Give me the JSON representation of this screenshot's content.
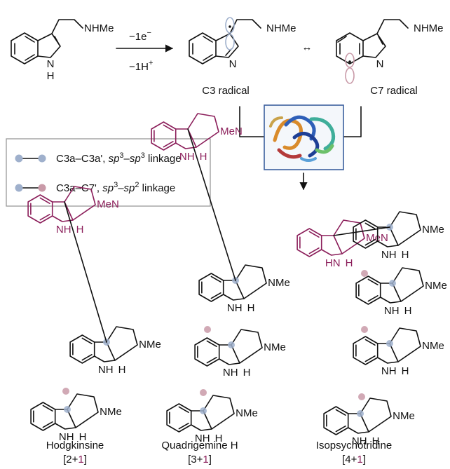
{
  "colors": {
    "bond": "#111111",
    "accent_magenta": "#8b1e5a",
    "dot_blue": "#9fb0cc",
    "dot_pink": "#c99aa8",
    "legend_border": "#999999",
    "enzyme_border": "#3b5f9e"
  },
  "reaction": {
    "start_substituent": "NHMe",
    "start_nh": "N",
    "start_h": "H",
    "arrow_top": "−1e",
    "arrow_top_sup": "−",
    "arrow_bottom": "−1H",
    "arrow_bottom_sup": "+",
    "c3_substituent": "NHMe",
    "c3_n": "N",
    "c7_substituent": "NHMe",
    "c7_n": "N",
    "resonance_symbol": "↔",
    "c3_caption": "C3 radical",
    "c7_caption": "C7 radical"
  },
  "legend": {
    "item1": {
      "pre": "C3a–C3a', ",
      "a": "sp",
      "a_sup": "3",
      "dash": "–",
      "b": "sp",
      "b_sup": "3",
      "post": " linkage"
    },
    "item2": {
      "pre": "C3a–C7', ",
      "a": "sp",
      "a_sup": "3",
      "dash": "–",
      "b": "sp",
      "b_sup": "2",
      "post": " linkage"
    }
  },
  "enzyme": {
    "icon": "enzyme-ribbon-icon"
  },
  "products": [
    {
      "name": "Hodgkinsine",
      "count_pre": "[2+",
      "count_red": "1",
      "count_post": "]"
    },
    {
      "name": "Quadrigemine H",
      "count_pre": "[3+",
      "count_red": "1",
      "count_post": "]"
    },
    {
      "name": "Isopsychotridine",
      "count_pre": "[4+",
      "count_red": "1",
      "count_post": "]"
    }
  ],
  "atoms": {
    "hn": "HN",
    "h": "H",
    "nh": "NH",
    "n": "N",
    "nme": "NMe",
    "men": "MeN",
    "me": "Me",
    "h_dot": "H"
  }
}
